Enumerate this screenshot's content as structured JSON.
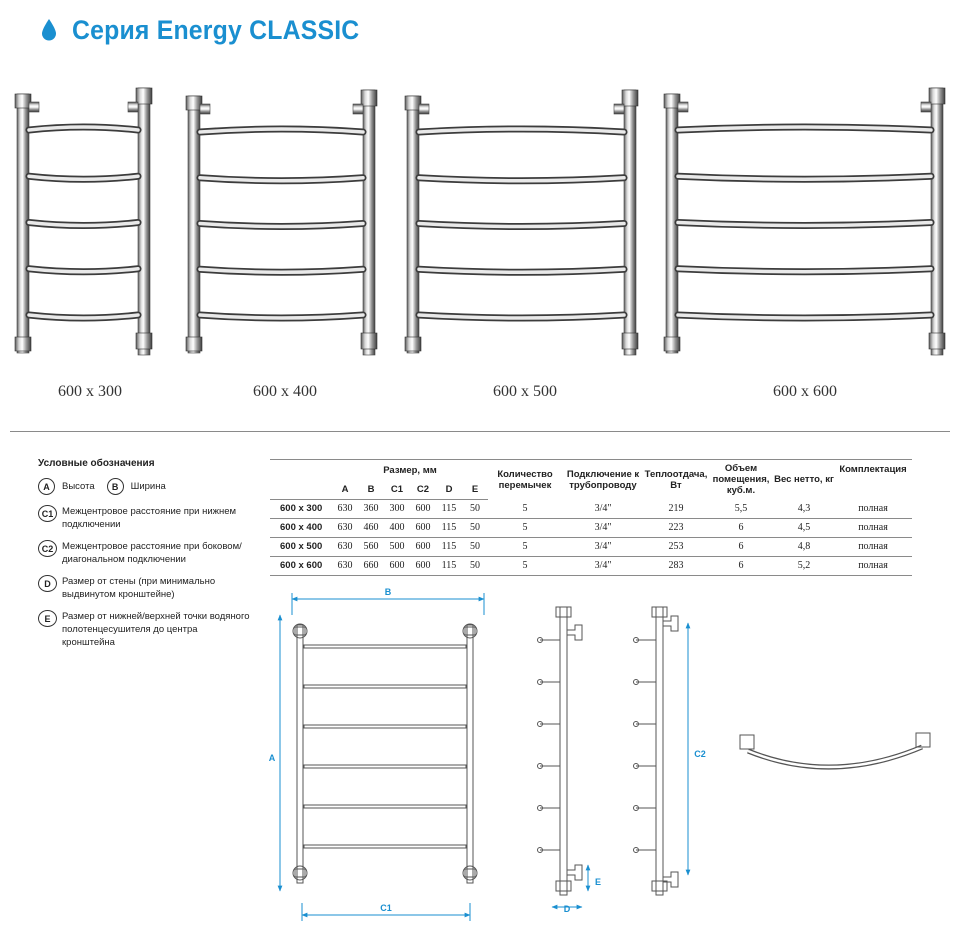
{
  "title": "Серия Energy CLASSIC",
  "products": [
    {
      "label": "600 x 300"
    },
    {
      "label": "600 x 400"
    },
    {
      "label": "600 x 500"
    },
    {
      "label": "600 x 600"
    }
  ],
  "legend": {
    "title": "Условные обозначения",
    "a_badge": "A",
    "a_label": "Высота",
    "b_badge": "B",
    "b_label": "Ширина",
    "items": [
      {
        "badge": "C1",
        "text": "Межцентровое расстояние при нижнем подключении"
      },
      {
        "badge": "C2",
        "text": "Межцентровое расстояние при боковом/диагональном подключении"
      },
      {
        "badge": "D",
        "text": "Размер от стены (при минимально выдвинутом кронштейне)"
      },
      {
        "badge": "E",
        "text": "Размер от нижней/верхней точки водяного полотенцесушителя до центра кронштейна"
      }
    ]
  },
  "table": {
    "headers": {
      "size": "Размер, мм",
      "bridges": "Количество перемычек",
      "connection": "Подключение к трубопроводу",
      "heat": "Теплоотдача, Вт",
      "volume": "Объем помещения, куб.м.",
      "weight": "Вес нетто, кг",
      "kit": "Комплектация"
    },
    "sub_headers": [
      "A",
      "B",
      "C1",
      "C2",
      "D",
      "E"
    ],
    "rows": [
      {
        "model": "600 x 300",
        "A": "630",
        "B": "360",
        "C1": "300",
        "C2": "600",
        "D": "115",
        "E": "50",
        "bridges": "5",
        "connection": "3/4\"",
        "heat": "219",
        "volume": "5,5",
        "weight": "4,3",
        "kit": "полная"
      },
      {
        "model": "600 x 400",
        "A": "630",
        "B": "460",
        "C1": "400",
        "C2": "600",
        "D": "115",
        "E": "50",
        "bridges": "5",
        "connection": "3/4\"",
        "heat": "223",
        "volume": "6",
        "weight": "4,5",
        "kit": "полная"
      },
      {
        "model": "600 x 500",
        "A": "630",
        "B": "560",
        "C1": "500",
        "C2": "600",
        "D": "115",
        "E": "50",
        "bridges": "5",
        "connection": "3/4\"",
        "heat": "253",
        "volume": "6",
        "weight": "4,8",
        "kit": "полная"
      },
      {
        "model": "600 x 600",
        "A": "630",
        "B": "660",
        "C1": "600",
        "C2": "600",
        "D": "115",
        "E": "50",
        "bridges": "5",
        "connection": "3/4\"",
        "heat": "283",
        "volume": "6",
        "weight": "5,2",
        "kit": "полная"
      }
    ]
  },
  "drawing_labels": {
    "a": "A",
    "b": "B",
    "c1": "C1",
    "c2": "C2",
    "d": "D",
    "e": "E"
  },
  "colors": {
    "accent": "#1a8fd0",
    "dimension": "#1a8fd0",
    "line": "#8a8a8a"
  }
}
